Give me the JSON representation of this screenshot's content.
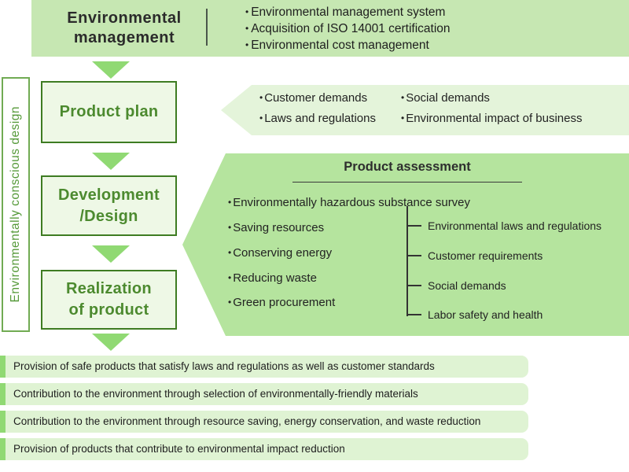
{
  "colors": {
    "banner_fill": "#c6e7b2",
    "callout_fill": "#e4f4da",
    "assessment_fill": "#b5e49e",
    "box_fill": "#eef8e6",
    "box_border": "#3e7c22",
    "box_text": "#4c8a2f",
    "triangle": "#90d973",
    "bar_fill": "#dff3d3",
    "bar_stripe": "#90d973",
    "side_label_text": "#569a3a"
  },
  "header": {
    "title": "Environmental\nmanagement",
    "items": [
      "Environmental management system",
      "Acquisition of ISO 14001 certification",
      "Environmental cost management"
    ]
  },
  "side_label": "Environmentally conscious design",
  "flow": {
    "boxes": [
      "Product plan",
      "Development\n/Design",
      "Realization\nof product"
    ]
  },
  "callout": {
    "col1": [
      "Customer demands",
      "Laws and regulations"
    ],
    "col2": [
      "Social demands",
      "Environmental impact of business"
    ]
  },
  "assessment": {
    "title": "Product assessment",
    "bullets": [
      "Environmentally hazardous substance survey",
      "Saving resources",
      "Conserving energy",
      "Reducing waste",
      "Green procurement"
    ],
    "tree": [
      "Environmental laws and regulations",
      "Customer requirements",
      "Social demands",
      "Labor safety and health"
    ]
  },
  "outcomes": [
    "Provision of safe products that satisfy laws and regulations as well as customer standards",
    "Contribution to the environment through selection of environmentally-friendly materials",
    "Contribution to the environment through resource saving, energy conservation, and waste reduction",
    "Provision of products that contribute to environmental impact reduction"
  ]
}
